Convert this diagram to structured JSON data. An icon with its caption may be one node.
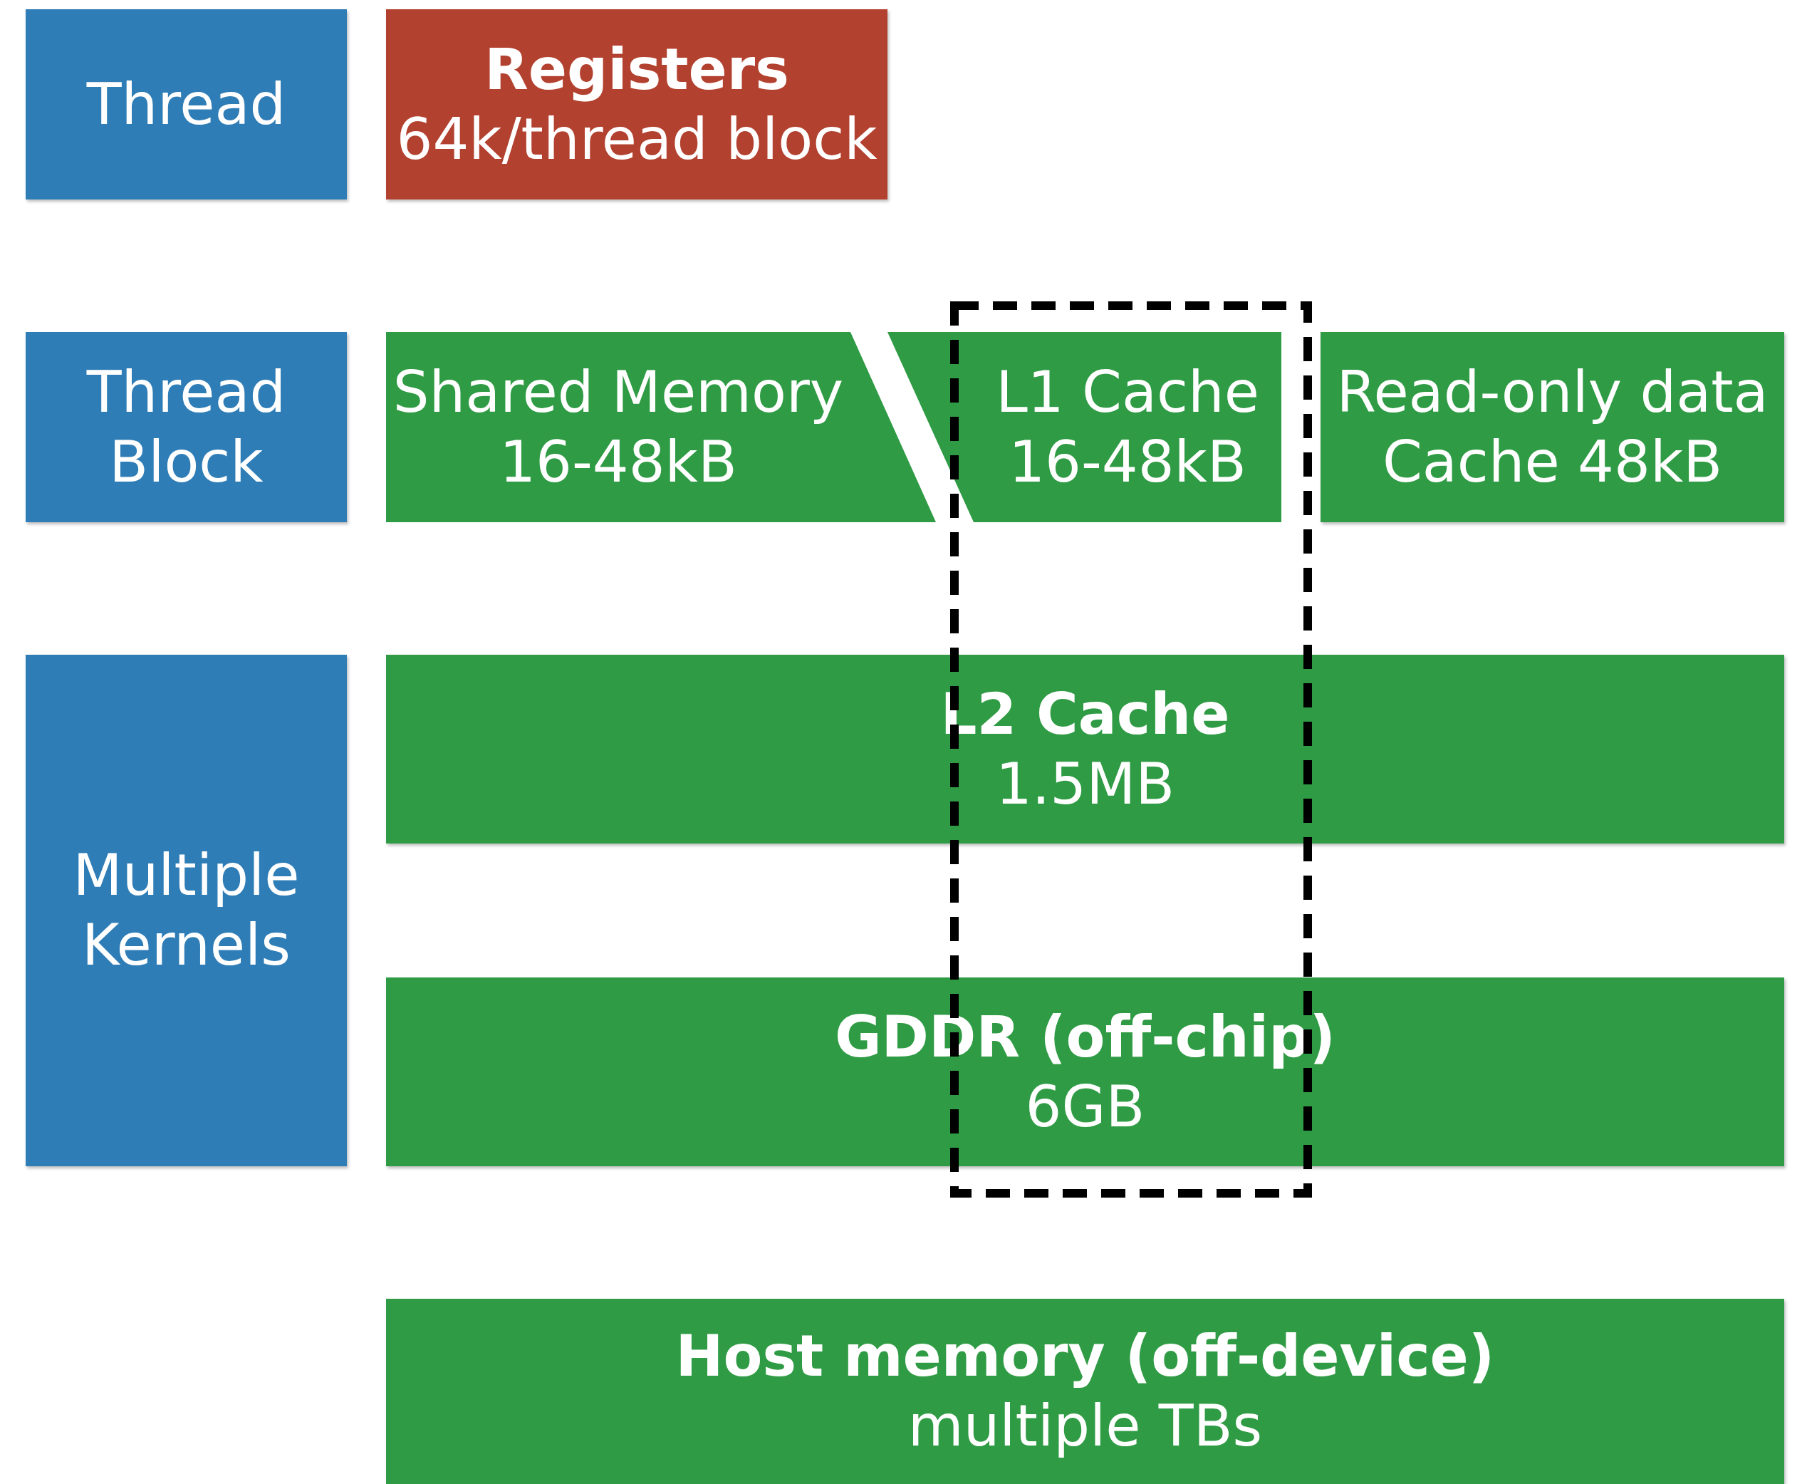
{
  "diagram": {
    "nodes": [
      {
        "text": [
          "Thread"
        ]
      },
      {
        "text": [
          "Registers",
          "64k/thread block"
        ]
      },
      {
        "text": [
          "Thread Block"
        ]
      },
      {
        "text": [
          "Shared Memory",
          "16-48kB"
        ]
      },
      {
        "text": [
          "L1 Cache",
          "16-48kB"
        ]
      },
      {
        "text": [
          "Read-only data Cache 48kB"
        ]
      },
      {
        "text": [
          "Multiple Kernels"
        ]
      },
      {
        "text": [
          "L2 Cache",
          "1.5MB"
        ]
      },
      {
        "text": [
          "GDDR (off-chip)",
          "6GB"
        ]
      },
      {
        "text": [
          "Host memory (off-device)",
          "multiple TBs"
        ]
      }
    ]
  }
}
